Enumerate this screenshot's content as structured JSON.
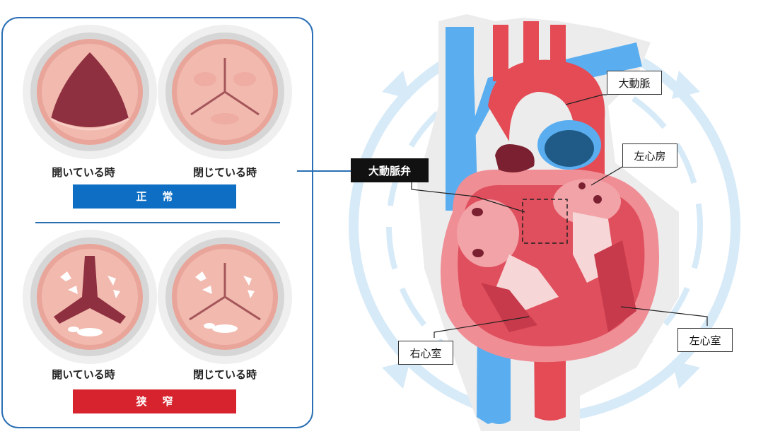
{
  "valves": {
    "normal": {
      "open_caption": "開いている時",
      "closed_caption": "閉じている時",
      "band_label": "正常"
    },
    "stenosis": {
      "open_caption": "開いている時",
      "closed_caption": "閉じている時",
      "band_label": "狭窄"
    }
  },
  "heart_labels": {
    "aortic_valve": "大動脈弁",
    "aorta": "大動脈",
    "left_atrium": "左心房",
    "right_ventricle": "右心室",
    "left_ventricle": "左心室"
  },
  "colors": {
    "normal_band": "#0d6ec3",
    "stenosis_band": "#d7232d",
    "panel_border": "#2a6fb5"
  }
}
